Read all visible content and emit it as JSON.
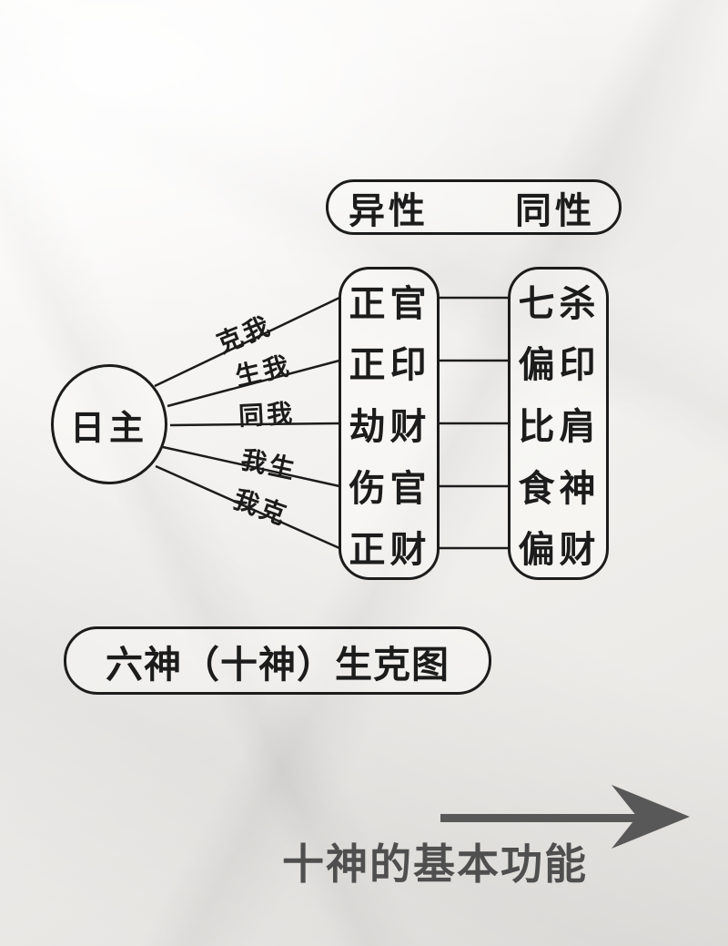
{
  "header": {
    "different_label": "异性",
    "same_label": "同性"
  },
  "day_master": {
    "label": "日主"
  },
  "relations": [
    {
      "relation": "克我",
      "different": "正官",
      "same": "七杀"
    },
    {
      "relation": "生我",
      "different": "正印",
      "same": "偏印"
    },
    {
      "relation": "同我",
      "different": "劫财",
      "same": "比肩"
    },
    {
      "relation": "我生",
      "different": "伤官",
      "same": "食神"
    },
    {
      "relation": "我克",
      "different": "正财",
      "same": "偏财"
    }
  ],
  "title_box": {
    "label": "六神（十神）生克图"
  },
  "footer": {
    "caption": "十神的基本功能"
  },
  "icons": {
    "footer_arrow": "right-arrow-icon"
  },
  "colors": {
    "ink": "#1c1c1c",
    "arrow_gray": "#585858",
    "paper": "#f2f0ed"
  }
}
